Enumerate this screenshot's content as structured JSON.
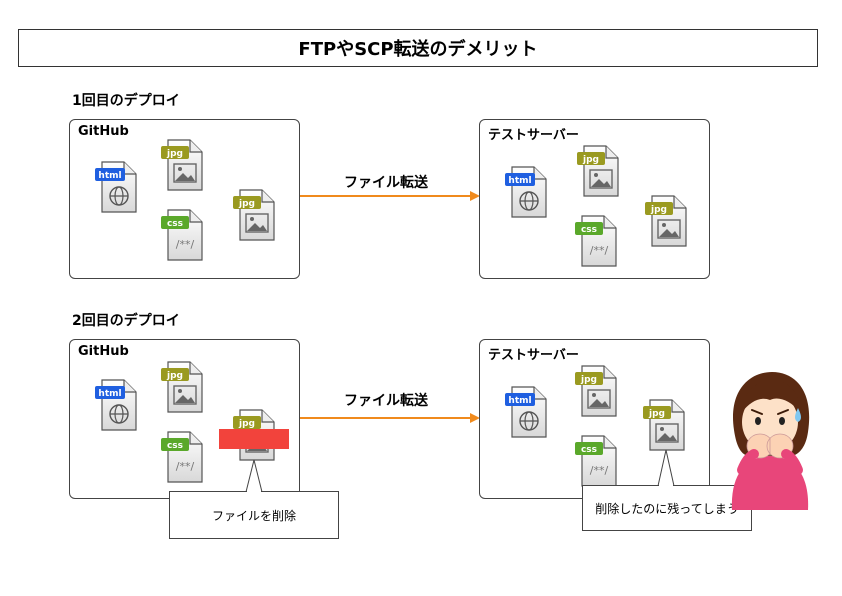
{
  "title": "FTPやSCP転送のデメリット",
  "sections": [
    {
      "label": "1回目のデプロイ",
      "source": "GitHub",
      "target": "テストサーバー",
      "arrow_label": "ファイル転送"
    },
    {
      "label": "2回目のデプロイ",
      "source": "GitHub",
      "target": "テストサーバー",
      "arrow_label": "ファイル転送",
      "callout_left": "ファイルを削除",
      "callout_right": "削除したのに残ってしまう"
    }
  ],
  "file_tags": {
    "html": "html",
    "jpg": "jpg",
    "css": "css",
    "css_body": "/**/"
  },
  "colors": {
    "html": "#1f5fe0",
    "jpg": "#9a9a20",
    "css": "#5aa82a",
    "arrow": "#f08a1c",
    "deleted": "#f2433c"
  }
}
